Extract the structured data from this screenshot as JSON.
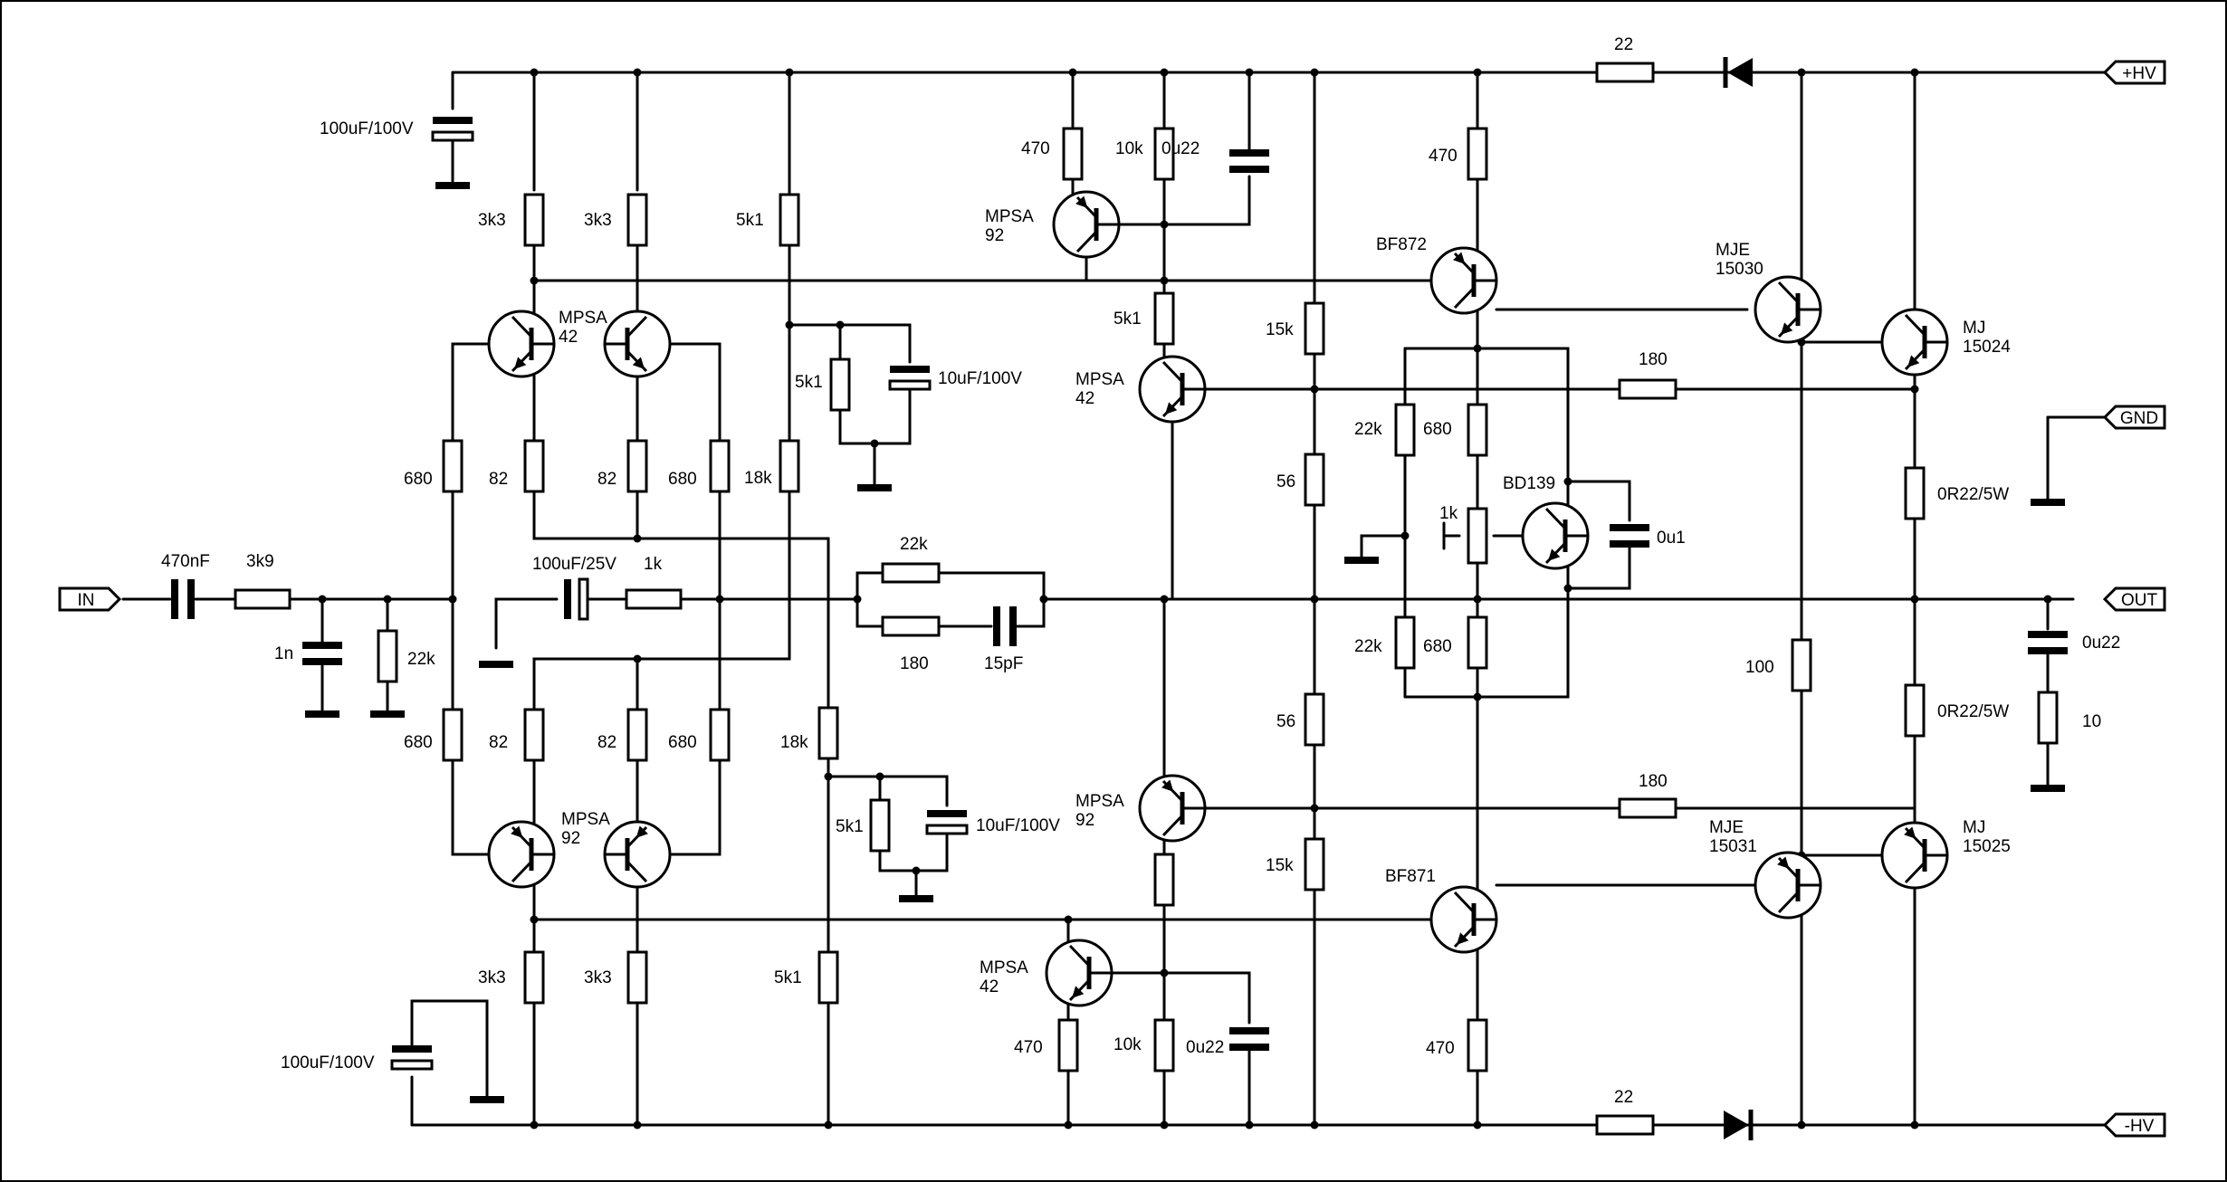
{
  "colors": {
    "ink": "#000000",
    "paper": "#ffffff"
  },
  "ports": {
    "in": "IN",
    "out": "OUT",
    "gnd": "GND",
    "hv_pos": "+HV",
    "hv_neg": "-HV"
  },
  "components": {
    "c_in": "470nF",
    "r_in": "3k9",
    "c_1n": "1n",
    "r_22k_in": "22k",
    "c_top_reserve": "100uF/100V",
    "c_bot_reserve": "100uF/100V",
    "r_3k3_a": "3k3",
    "r_3k3_b": "3k3",
    "r_3k3_c": "3k3",
    "r_3k3_d": "3k3",
    "r_5k1_top": "5k1",
    "r_5k1_bot": "5k1",
    "q_in_top": "MPSA\n42",
    "q_in_bot": "MPSA\n92",
    "r_680_a": "680",
    "r_680_b": "680",
    "r_680_c": "680",
    "r_680_d": "680",
    "r_82_a": "82",
    "r_82_b": "82",
    "r_82_c": "82",
    "r_82_d": "82",
    "r_18k_top": "18k",
    "r_18k_bot": "18k",
    "r_5k1_mid_top": "5k1",
    "r_5k1_mid_bot": "5k1",
    "c_10u_top": "10uF/100V",
    "c_10u_bot": "10uF/100V",
    "c_fb": "100uF/25V",
    "r_fb_1k": "1k",
    "r_fb_22k": "22k",
    "r_fb_180": "180",
    "c_15p": "15pF",
    "r_470_top": "470",
    "r_10k_top": "10k",
    "c_0u22_top": "0u22",
    "q_mpsa92_top": "MPSA\n92",
    "r_5k1_vas": "5k1",
    "q_vas_top": "MPSA\n42",
    "q_vas_bot": "MPSA\n92",
    "q_mpsa42_bot": "MPSA\n42",
    "r_470_bot": "470",
    "r_10k_bot": "10k",
    "c_0u22_bot": "0u22",
    "r_15k_top": "15k",
    "r_56_top": "56",
    "r_56_bot": "56",
    "r_15k_bot": "15k",
    "r_22_top": "22",
    "r_22_bot": "22",
    "r_470_bf872": "470",
    "q_bf872": "BF872",
    "q_bf871": "BF871",
    "r_470_bf871": "470",
    "r_22k_bias_top": "22k",
    "r_680_bias_top": "680",
    "r_22k_bias_bot": "22k",
    "r_680_bias_bot": "680",
    "pot_1k": "1k",
    "q_bd139": "BD139",
    "c_0u1": "0u1",
    "q_mje15030": "MJE\n15030",
    "q_mje15031": "MJE\n15031",
    "q_mj15024": "MJ\n15024",
    "q_mj15025": "MJ\n15025",
    "r_180_top": "180",
    "r_180_bot": "180",
    "r_100": "100",
    "r_0r22_top": "0R22/5W",
    "r_0r22_bot": "0R22/5W",
    "c_zobel": "0u22",
    "r_zobel": "10"
  }
}
